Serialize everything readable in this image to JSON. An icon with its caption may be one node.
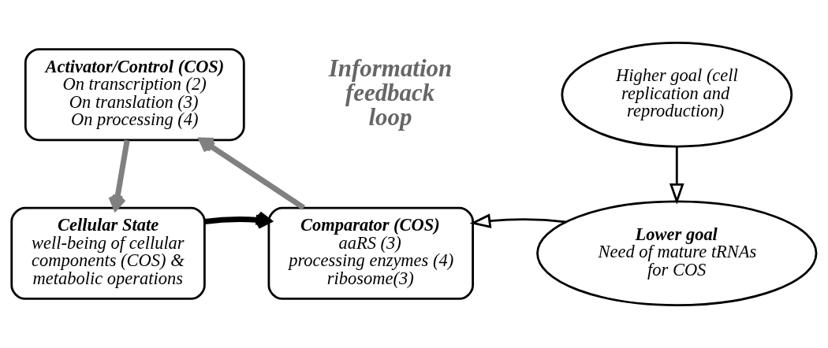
{
  "diagram": {
    "nodes": [
      {
        "text": [
          "Activator/Control (COS)",
          "On transcription (2)",
          "On translation (3)",
          "On processing (4)"
        ]
      },
      {
        "text": [
          "Cellular State",
          "well-being of cellular components (COS) & metabolic operations"
        ]
      },
      {
        "text": [
          "Comparator (COS)",
          "aaRS (3)",
          "processing enzymes (4)",
          "ribosome(3)"
        ]
      },
      {
        "text": [
          "Higher goal (cell replication and reproduction)"
        ]
      },
      {
        "text": [
          "Lower goal",
          "Need of mature tRNAs for COS"
        ]
      }
    ],
    "edges": [
      {
        "from": 0,
        "to": 1,
        "arrow": "to",
        "color": "#808080"
      },
      {
        "from": 2,
        "to": 0,
        "arrow": "to",
        "color": "#808080"
      },
      {
        "from": 1,
        "to": 2,
        "arrow": "to"
      },
      {
        "from": 3,
        "to": 4,
        "arrow": "to"
      },
      {
        "from": 4,
        "to": 2,
        "arrow": "to"
      }
    ],
    "labels": [
      "Information feedback loop"
    ]
  }
}
